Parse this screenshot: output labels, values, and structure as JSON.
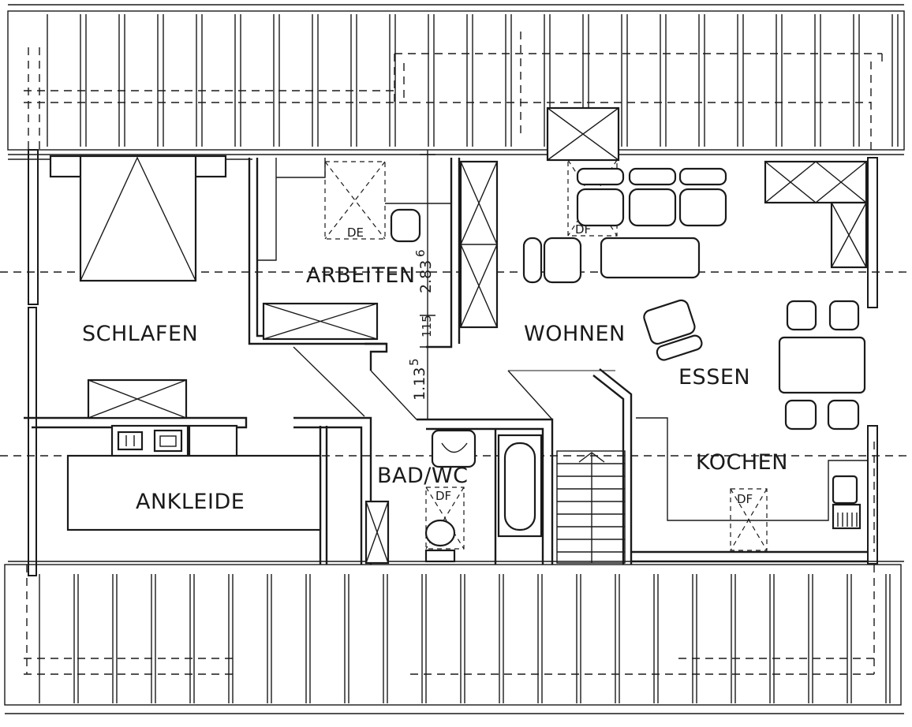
{
  "rooms": {
    "schlafen": "SCHLAFEN",
    "arbeiten": "ARBEITEN",
    "wohnen": "WOHNEN",
    "essen": "ESSEN",
    "kochen": "KOCHEN",
    "ankleide": "ANKLEIDE",
    "bad_wc": "BAD/WC"
  },
  "annotations": {
    "dachfenster_arbeiten": "DE",
    "dachfenster_wohnen": "DF",
    "dachfenster_bad": "DF",
    "dachfenster_kochen": "DF"
  },
  "dimensions": {
    "height_upper": "2.83",
    "height_upper_sup": "6",
    "height_middle": "115",
    "height_lower": "1.13",
    "height_lower_sup": "5"
  }
}
